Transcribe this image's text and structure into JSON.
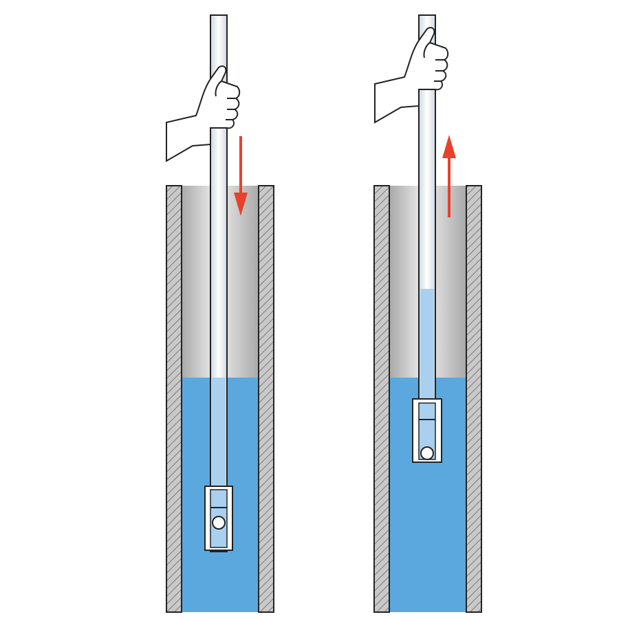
{
  "diagram": {
    "panels": [
      {
        "id": "left",
        "rod_motion": "down",
        "arrow_icon": "arrow-down-icon",
        "valve_ball": "unseated"
      },
      {
        "id": "right",
        "rod_motion": "up",
        "arrow_icon": "arrow-up-icon",
        "valve_ball": "seated"
      }
    ]
  },
  "colors": {
    "water": "#5aa8dd",
    "water_in_tube": "#a9d0ee",
    "arrow": "#e8412c",
    "casing": "#aaaaaa",
    "outline": "#222222"
  }
}
